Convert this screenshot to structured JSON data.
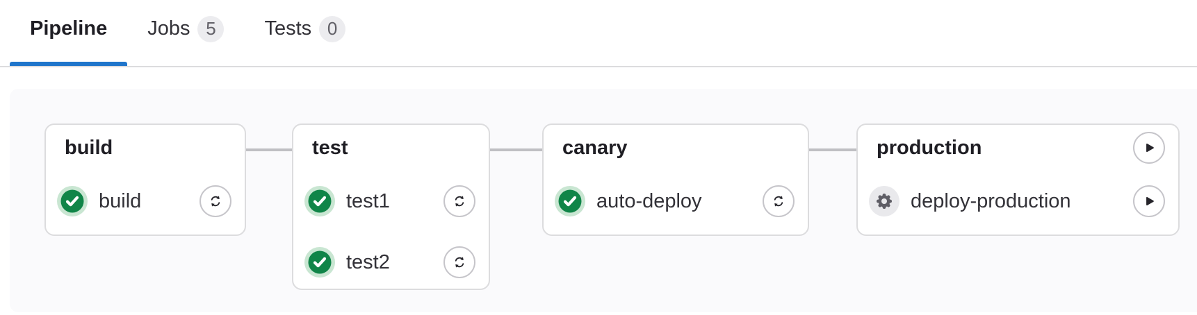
{
  "tabs": [
    {
      "label": "Pipeline",
      "badge": null,
      "active": true
    },
    {
      "label": "Jobs",
      "badge": "5",
      "active": false
    },
    {
      "label": "Tests",
      "badge": "0",
      "active": false
    }
  ],
  "stages": [
    {
      "name": "build",
      "jobs": [
        {
          "name": "build",
          "status": "success",
          "status_icon": "check-circle-icon",
          "action": "retry"
        }
      ]
    },
    {
      "name": "test",
      "jobs": [
        {
          "name": "test1",
          "status": "success",
          "status_icon": "check-circle-icon",
          "action": "retry"
        },
        {
          "name": "test2",
          "status": "success",
          "status_icon": "check-circle-icon",
          "action": "retry"
        }
      ]
    },
    {
      "name": "canary",
      "jobs": [
        {
          "name": "auto-deploy",
          "status": "success",
          "status_icon": "check-circle-icon",
          "action": "retry"
        }
      ]
    },
    {
      "name": "production",
      "stage_action": "play",
      "jobs": [
        {
          "name": "deploy-production",
          "status": "manual",
          "status_icon": "gear-icon",
          "action": "play"
        }
      ]
    }
  ],
  "icons": {
    "success": "check-circle-icon",
    "manual": "gear-icon",
    "retry": "retry-arrows-icon",
    "play": "play-triangle-icon"
  },
  "colors": {
    "tab_indicator_blue": "#1f75cb",
    "success_green": "#108548",
    "success_green_ring": "#c9e6d2",
    "manual_gray_bg": "#e9e9ec",
    "manual_gear": "#5f5e66",
    "card_border": "#dcdcde",
    "connector_gray": "#bfbfc3",
    "panel_bg": "#fafafc",
    "badge_bg": "#ececef",
    "badge_text": "#626168",
    "text_dark": "#1f1e24",
    "text_body": "#333238"
  }
}
